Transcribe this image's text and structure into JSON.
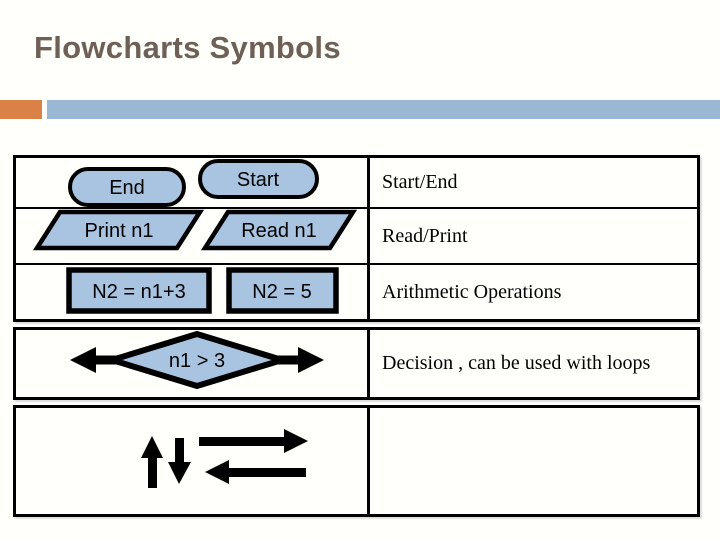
{
  "slide": {
    "title": "Flowcharts Symbols",
    "background": "#fffffc",
    "title_color": "#6f6056"
  },
  "accent": {
    "orange_square": "#d98147",
    "blue_bar": "#9ab7d3"
  },
  "symbols": {
    "shape_fill": "#a8c4e0",
    "shape_stroke": "#000000",
    "end_label": "End",
    "start_label": "Start",
    "print_label": "Print n1",
    "read_label": "Read n1",
    "assign_expr_label": "N2 = n1+3",
    "assign_const_label": "N2 = 5",
    "decision_label": "n1 > 3"
  },
  "descriptions": {
    "terminator": "Start/End",
    "io": "Read/Print",
    "arithmetic": "Arithmetic Operations",
    "decision": "Decision , can be used with loops",
    "flow": ""
  }
}
